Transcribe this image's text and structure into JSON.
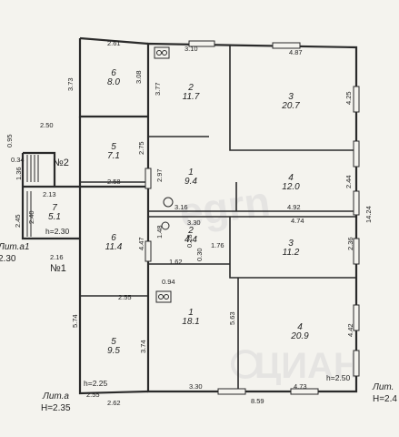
{
  "rooms": [
    {
      "num": "6",
      "area": "8.0"
    },
    {
      "num": "2",
      "area": "11.7"
    },
    {
      "num": "3",
      "area": "20.7"
    },
    {
      "num": "5",
      "area": "7.1"
    },
    {
      "num": "1",
      "area": "9.4"
    },
    {
      "num": "4",
      "area": "12.0"
    },
    {
      "num": "7",
      "area": "5.1"
    },
    {
      "num": "2",
      "area": "4.4"
    },
    {
      "num": "3",
      "area": "11.2"
    },
    {
      "num": "6",
      "area": "11.4"
    },
    {
      "num": "1",
      "area": "18.1"
    },
    {
      "num": "4",
      "area": "20.9"
    },
    {
      "num": "5",
      "area": "9.5"
    }
  ],
  "dims": [
    "2.61",
    "3.10",
    "4.87",
    "3.73",
    "3.08",
    "3.77",
    "4.25",
    "2.50",
    "0.95",
    "0.34",
    "1.36",
    "2.75",
    "2.97",
    "2.58",
    "2.13",
    "2.44",
    "3.16",
    "4.92",
    "2.45",
    "2.40",
    "3.30",
    "4.74",
    "14.24",
    "1.48",
    "0.28",
    "0.30",
    "1.76",
    "2.36",
    "4.47",
    "2.16",
    "1.62",
    "0.94",
    "2.55",
    "5.63",
    "5.74",
    "3.74",
    "4.42",
    "3.30",
    "8.59",
    "4.73",
    "2.55",
    "2.62"
  ],
  "heights": [
    "h=2.30",
    "h=2.25",
    "h=2.50"
  ],
  "entrances": [
    "№2",
    "№1"
  ],
  "lit_a1": {
    "name": "Лит.а1",
    "h": "2.30"
  },
  "lit_a": {
    "name": "Лит.а",
    "h": "H=2.35"
  },
  "lit_right": {
    "name": "Лит.",
    "h": "H=2.4"
  },
  "watermark": [
    "ЦИАН",
    "egrn"
  ]
}
